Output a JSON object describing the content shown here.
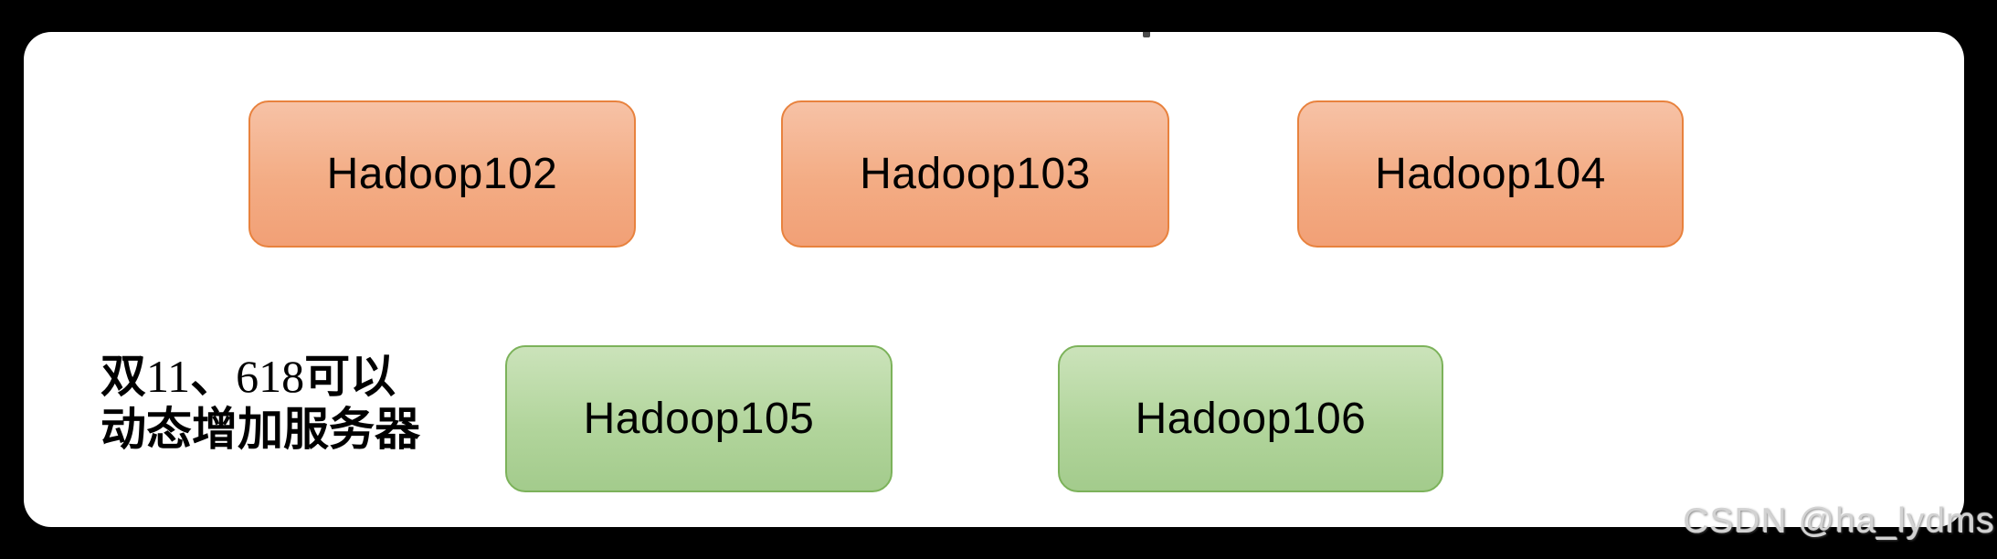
{
  "page": {
    "background": "#000000",
    "panel_background": "#ffffff"
  },
  "colors": {
    "page-bg": "#000000",
    "panel-bg": "#ffffff",
    "orange-border": "#e8823e",
    "orange-top": "#f7c2a6",
    "orange-bottom": "#f2a076",
    "green-border": "#7cb25a",
    "green-top": "#cbe3ba",
    "green-bottom": "#a3cb8c",
    "label-text": "#000000",
    "annotation-text": "#000000",
    "watermark-text": "#d2d2d2"
  },
  "diagram": {
    "existing_servers": [
      {
        "label": "Hadoop102"
      },
      {
        "label": "Hadoop103"
      },
      {
        "label": "Hadoop104"
      }
    ],
    "dynamic_servers": [
      {
        "label": "Hadoop105"
      },
      {
        "label": "Hadoop106"
      }
    ],
    "annotation": {
      "line1_parts": [
        {
          "text": "双"
        },
        {
          "text": "11"
        },
        {
          "text": "、"
        },
        {
          "text": "618"
        },
        {
          "text": "可以"
        }
      ],
      "line2_parts": [
        {
          "text": "动态增加服务器"
        }
      ]
    }
  },
  "watermark": {
    "text": "CSDN @ha_lydms"
  }
}
